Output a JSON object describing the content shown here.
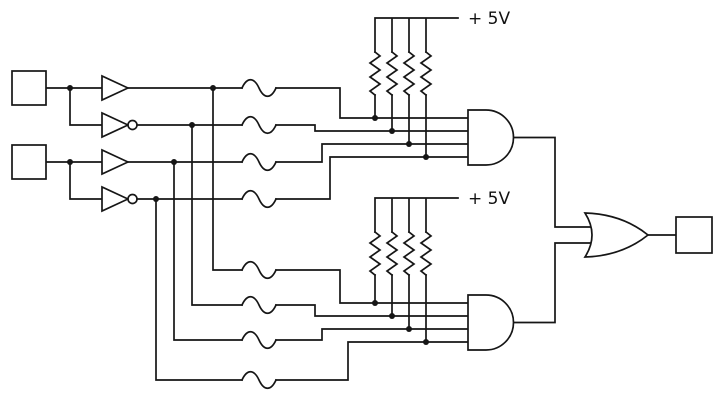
{
  "diagram": {
    "type": "logic-schematic",
    "description": "Fusible-link programmable AND-OR array: two inputs buffered into true and complement lines, fuse links into two pulled-up AND gates feeding an OR gate output",
    "colors": {
      "line": "#161616",
      "background": "#ffffff"
    },
    "labels": {
      "supply_top": "+ 5V",
      "supply_bottom": "+ 5V"
    },
    "components": {
      "input_terminals": 2,
      "buffers": 2,
      "inverters": 2,
      "fuse_links": 8,
      "pullup_resistors": 8,
      "and_gates": 2,
      "or_gates": 1,
      "output_terminals": 1
    }
  }
}
